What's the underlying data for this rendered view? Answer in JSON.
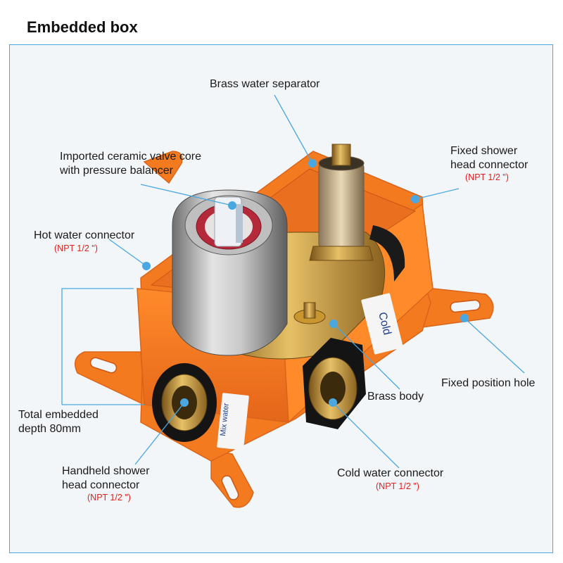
{
  "title": "Embedded box",
  "labels": {
    "brass_water_separator": "Brass water separator",
    "ceramic_core_line1": "Imported ceramic valve core",
    "ceramic_core_line2": "with pressure balancer",
    "fixed_shower_line1": "Fixed shower",
    "fixed_shower_line2": "head connector",
    "hot_water": "Hot water connector",
    "fixed_position_hole": "Fixed position hole",
    "brass_body": "Brass body",
    "depth_line1": "Total embedded",
    "depth_line2": "depth 80mm",
    "handheld_line1": "Handheld shower",
    "handheld_line2": "head connector",
    "cold_water": "Cold water connector",
    "npt": "(NPT 1/2 \")"
  },
  "product_markings": {
    "cold": "Cold",
    "mix_water": "Mix water"
  },
  "colors": {
    "accent_line": "#4aa7e0",
    "npt_red": "#e0201b",
    "box_orange": "#f47a1f",
    "brass": "#c9962f"
  }
}
